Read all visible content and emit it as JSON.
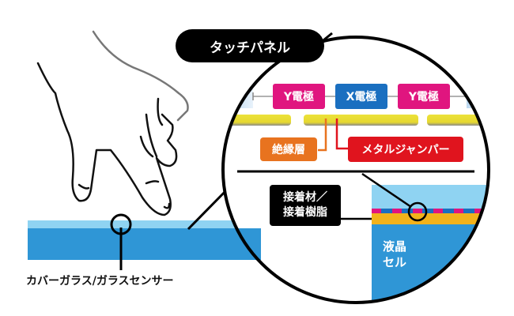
{
  "title": "タッチパネル",
  "electrodes": [
    {
      "label": "Y電極",
      "color": "#e0157f"
    },
    {
      "label": "X電極",
      "color": "#1a6fc0"
    },
    {
      "label": "Y電極",
      "color": "#e0157f"
    }
  ],
  "labels": {
    "insulation": "絶縁層",
    "metal_jumper": "メタルジャンパー",
    "adhesive_line1": "接着材／",
    "adhesive_line2": "接着樹脂",
    "lcd_line1": "液晶",
    "lcd_line2": "セル",
    "cover_glass": "カバーガラス/ガラスセンサー"
  },
  "colors": {
    "glass_light": "#8fd3f2",
    "glass_dark": "#2f96d6",
    "insulation": "#e8731f",
    "metal_jumper": "#e0141e",
    "adhesive": "#f2b21b",
    "yellow_layer": "#ece23a",
    "black": "#000000"
  }
}
